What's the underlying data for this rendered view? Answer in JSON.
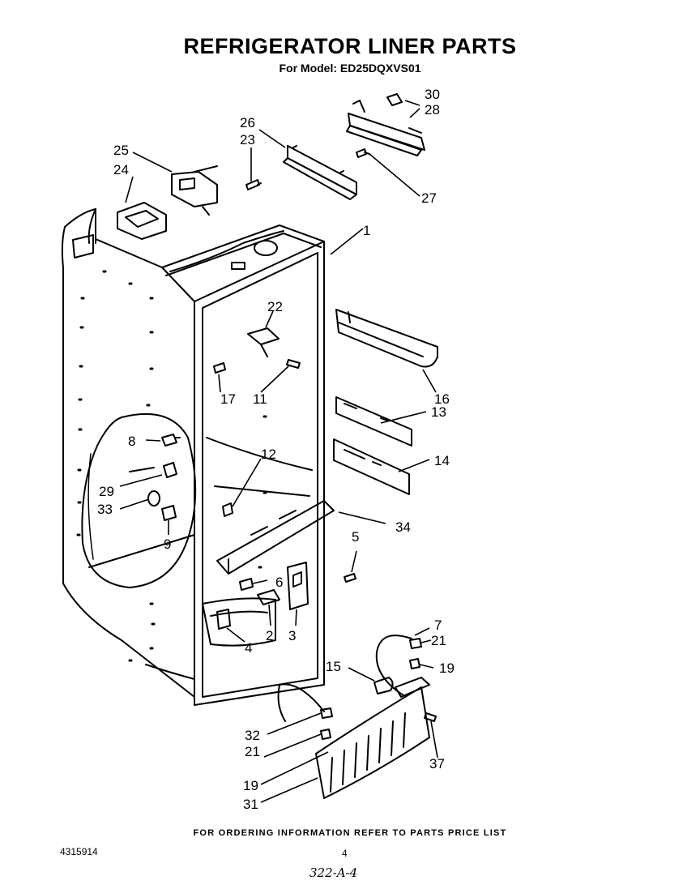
{
  "header": {
    "title": "REFRIGERATOR LINER PARTS",
    "model": "For Model: ED25DQXVS01"
  },
  "callouts": [
    "1",
    "2",
    "3",
    "4",
    "5",
    "6",
    "7",
    "8",
    "9",
    "11",
    "12",
    "13",
    "14",
    "15",
    "16",
    "17",
    "19",
    "19",
    "21",
    "21",
    "22",
    "23",
    "24",
    "25",
    "26",
    "27",
    "28",
    "29",
    "30",
    "31",
    "32",
    "33",
    "34",
    "37"
  ],
  "footer": {
    "ordering_note": "FOR ORDERING INFORMATION REFER TO PARTS PRICE LIST",
    "doc_number": "4315914",
    "page_number": "4",
    "handwritten_note": "322-A-4"
  }
}
